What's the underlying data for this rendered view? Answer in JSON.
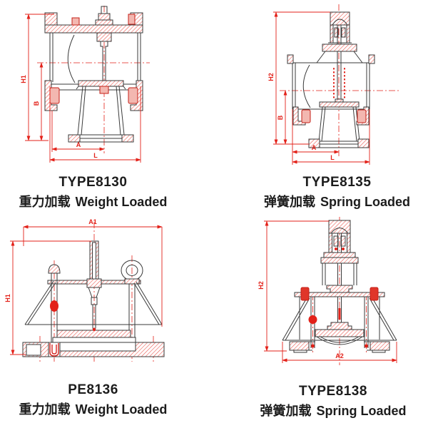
{
  "sheet": {
    "background": "#ffffff"
  },
  "colors": {
    "outline": "#3a3a3a",
    "dimension_red": "#e32119",
    "hatch_red": "#ea5a52",
    "caption_text": "#1c1c1c"
  },
  "figures": [
    {
      "model": "TYPE8130",
      "load_cn": "重力加载",
      "load_en": "Weight Loaded",
      "drawing": "weight-loaded breather valve cross-section",
      "dims": {
        "height": "H1",
        "port_height": "B",
        "inner_width": "A",
        "face_to_face": "L"
      }
    },
    {
      "model": "TYPE8135",
      "load_cn": "弹簧加载",
      "load_en": "Spring Loaded",
      "drawing": "spring-loaded breather valve cross-section",
      "dims": {
        "height": "H2",
        "port_height": "B",
        "inner_width": "A",
        "face_to_face": "L"
      }
    },
    {
      "model": "PE8136",
      "load_cn": "重力加载",
      "load_en": "Weight Loaded",
      "drawing": "weight-loaded emergency vent cross-section",
      "dims": {
        "width": "A1",
        "height": "H1"
      }
    },
    {
      "model": "TYPE8138",
      "load_cn": "弹簧加载",
      "load_en": "Spring Loaded",
      "drawing": "spring-loaded emergency vent cross-section",
      "dims": {
        "height": "H2",
        "width": "A2"
      }
    }
  ]
}
